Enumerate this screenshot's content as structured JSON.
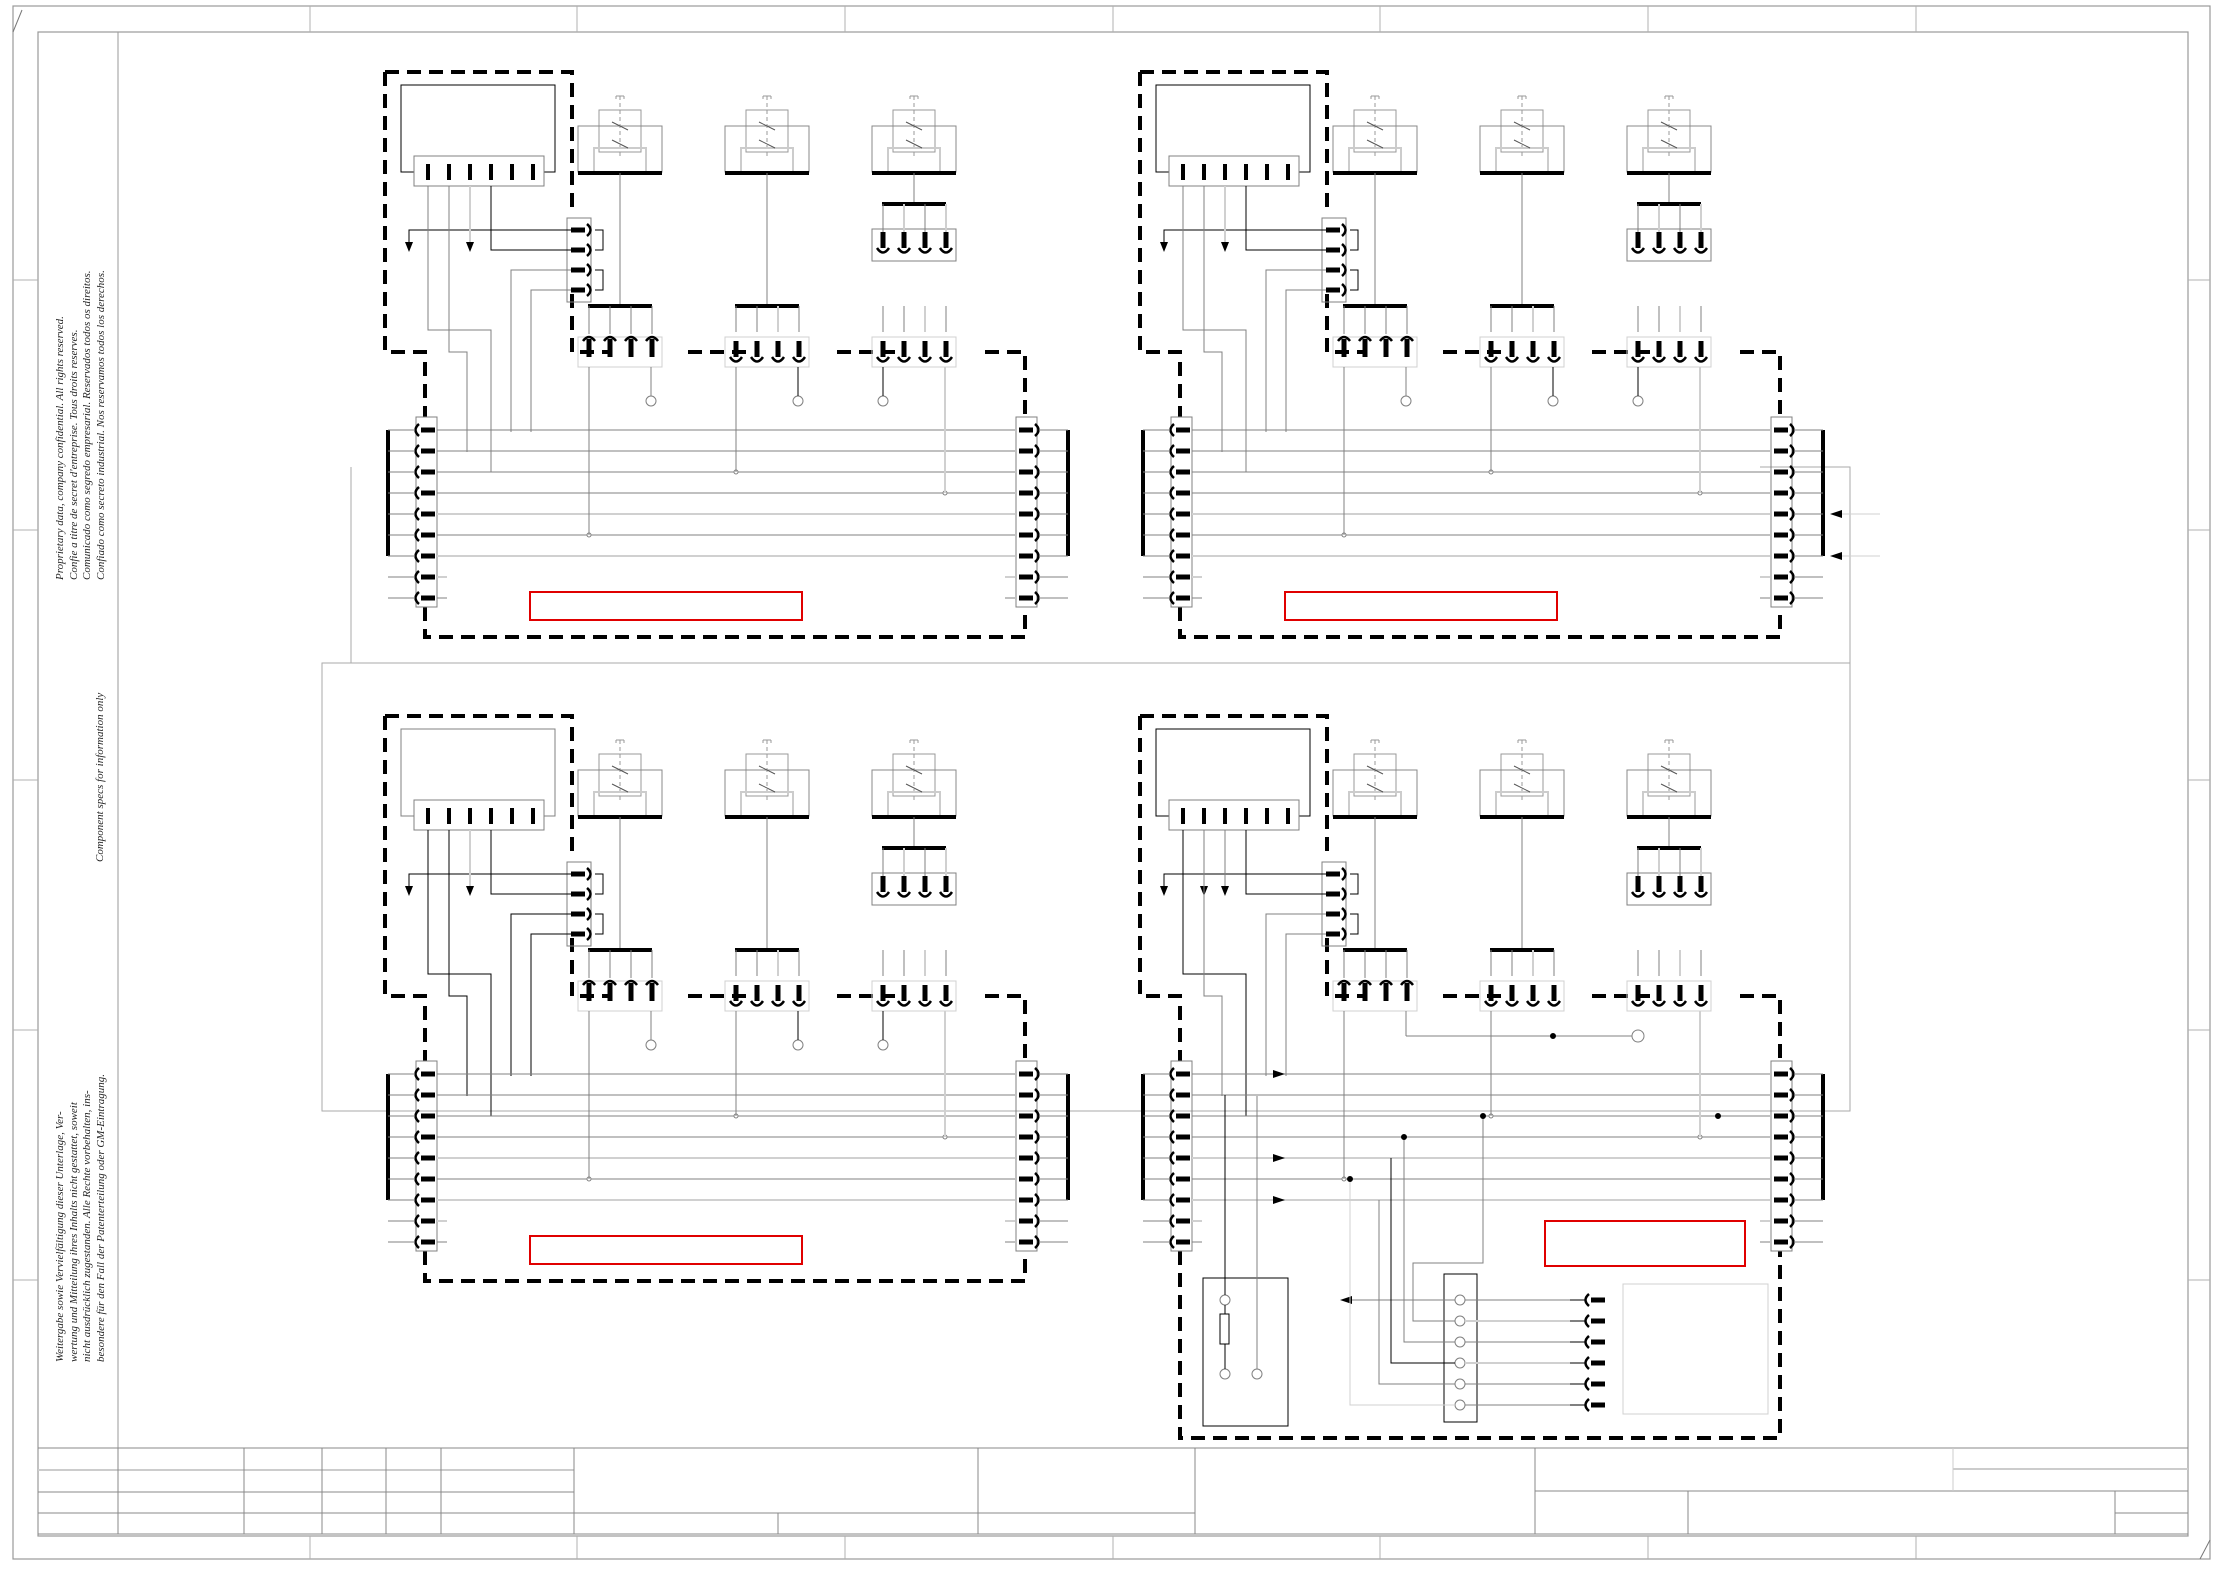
{
  "sheet": {
    "type": "electrical-schematic",
    "colors": {
      "wire_dark": "#000000",
      "wire_mid": "#808080",
      "wire_light": "#d0d0d0",
      "frame": "#999999",
      "highlight_box": "#e00000"
    }
  },
  "side_notes": {
    "confidential": [
      "Proprietary data,  company confidential.   All rights reserved.",
      "Confie a titre  de  secret  d'entreprise.  Tous  droits reserves.",
      "Comunicado como segredo empresarial.  Reservados todos os direitos.",
      "Confiado como secreto industrial. Nos reservamos todos los derechos."
    ],
    "info_only": "Component specs for information only",
    "german": [
      "Weitergabe  sowie  Vervielfältigung dieser Unterlage, Ver-",
      "wertung und Mitteilung ihres Inhalts nicht gestattet, soweit",
      "nicht ausdrücklich zugestanden. Alle Rechte vorbehalten,  ins-",
      "besondere für den Fall der Patenterteilung oder GM-Eintragung."
    ]
  },
  "modules": [
    {
      "id": "top-left",
      "label": "",
      "highlight_label": ""
    },
    {
      "id": "top-right",
      "label": "",
      "highlight_label": ""
    },
    {
      "id": "bottom-left",
      "label": "",
      "highlight_label": ""
    },
    {
      "id": "bottom-right",
      "label": "",
      "highlight_label": ""
    }
  ],
  "title_block": {
    "cells": []
  }
}
